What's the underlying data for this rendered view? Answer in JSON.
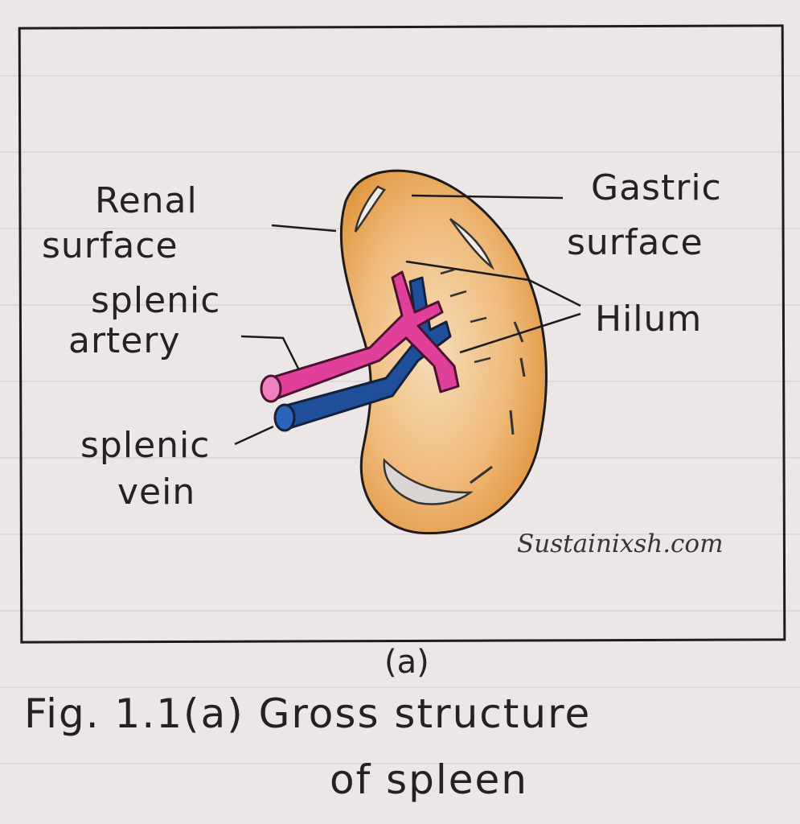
{
  "labels": {
    "renal_line1": "Renal",
    "renal_line2": "surface",
    "gastric_line1": "Gastric",
    "gastric_line2": "surface",
    "hilum": "Hilum",
    "artery_line1": "splenic",
    "artery_line2": "artery",
    "vein_line1": "splenic",
    "vein_line2": "vein"
  },
  "watermark": "Sustainixsh.com",
  "sub_label": "(a)",
  "caption": {
    "line1": "Fig. 1.1(a) Gross structure",
    "line2": "of spleen"
  },
  "colors": {
    "spleen": "#e8a85a",
    "artery": "#e0409a",
    "vein": "#1f4f9a",
    "ink": "#1e1b1c"
  }
}
